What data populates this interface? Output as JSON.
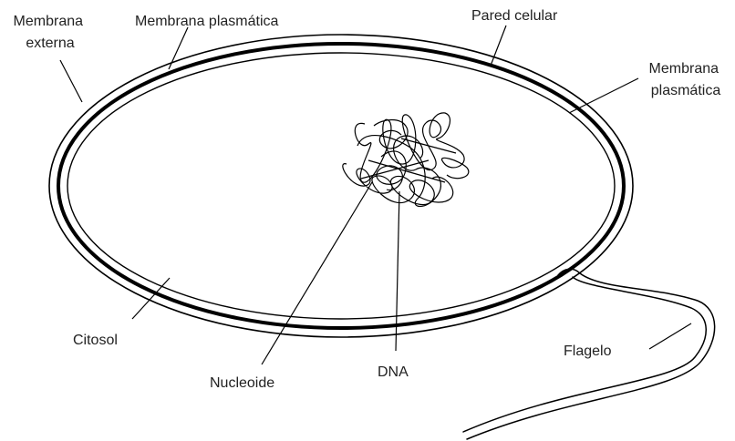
{
  "diagram": {
    "labels": {
      "outer_membrane": [
        "Membrana",
        "externa"
      ],
      "plasma_membrane_top": "Membrana plasmática",
      "cell_wall": "Pared celular",
      "plasma_membrane_right": [
        "Membrana",
        "plasmática"
      ],
      "cytosol": "Citosol",
      "nucleoid": "Nucleoide",
      "dna": "DNA",
      "flagellum": "Flagelo"
    }
  }
}
